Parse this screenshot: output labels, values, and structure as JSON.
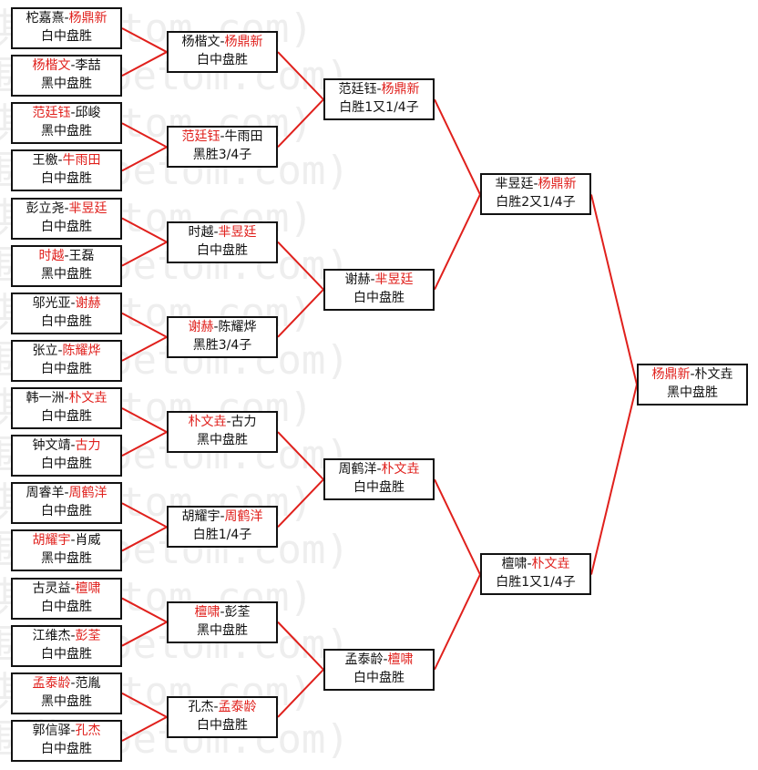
{
  "watermark": "弘通围棋(hoetom.com)",
  "colors": {
    "winner": "#e0201c",
    "line": "#e0201c",
    "border": "#111111"
  },
  "rounds": [
    [
      {
        "p1": "柁嘉熹",
        "p2": "杨鼎新",
        "result": "白中盘胜",
        "winner": 2
      },
      {
        "p1": "杨楷文",
        "p2": "李喆",
        "result": "黑中盘胜",
        "winner": 1
      },
      {
        "p1": "范廷钰",
        "p2": "邱峻",
        "result": "黑中盘胜",
        "winner": 1
      },
      {
        "p1": "王檄",
        "p2": "牛雨田",
        "result": "白中盘胜",
        "winner": 2
      },
      {
        "p1": "彭立尧",
        "p2": "芈昱廷",
        "result": "白中盘胜",
        "winner": 2
      },
      {
        "p1": "时越",
        "p2": "王磊",
        "result": "黑中盘胜",
        "winner": 1
      },
      {
        "p1": "邬光亚",
        "p2": "谢赫",
        "result": "白中盘胜",
        "winner": 2
      },
      {
        "p1": "张立",
        "p2": "陈耀烨",
        "result": "白中盘胜",
        "winner": 2
      },
      {
        "p1": "韩一洲",
        "p2": "朴文垚",
        "result": "白中盘胜",
        "winner": 2
      },
      {
        "p1": "钟文靖",
        "p2": "古力",
        "result": "白中盘胜",
        "winner": 2
      },
      {
        "p1": "周睿羊",
        "p2": "周鹤洋",
        "result": "白中盘胜",
        "winner": 2
      },
      {
        "p1": "胡耀宇",
        "p2": "肖威",
        "result": "黑中盘胜",
        "winner": 1
      },
      {
        "p1": "古灵益",
        "p2": "檀啸",
        "result": "白中盘胜",
        "winner": 2
      },
      {
        "p1": "江维杰",
        "p2": "彭荃",
        "result": "白中盘胜",
        "winner": 2
      },
      {
        "p1": "孟泰龄",
        "p2": "范胤",
        "result": "黑中盘胜",
        "winner": 1
      },
      {
        "p1": "郭信驿",
        "p2": "孔杰",
        "result": "白中盘胜",
        "winner": 2
      }
    ],
    [
      {
        "p1": "杨楷文",
        "p2": "杨鼎新",
        "result": "白中盘胜",
        "winner": 2
      },
      {
        "p1": "范廷钰",
        "p2": "牛雨田",
        "result": "黑胜3/4子",
        "winner": 1
      },
      {
        "p1": "时越",
        "p2": "芈昱廷",
        "result": "白中盘胜",
        "winner": 2
      },
      {
        "p1": "谢赫",
        "p2": "陈耀烨",
        "result": "黑胜3/4子",
        "winner": 1
      },
      {
        "p1": "朴文垚",
        "p2": "古力",
        "result": "黑中盘胜",
        "winner": 1
      },
      {
        "p1": "胡耀宇",
        "p2": "周鹤洋",
        "result": "白胜1/4子",
        "winner": 2
      },
      {
        "p1": "檀啸",
        "p2": "彭荃",
        "result": "黑中盘胜",
        "winner": 1
      },
      {
        "p1": "孔杰",
        "p2": "孟泰龄",
        "result": "白中盘胜",
        "winner": 2
      }
    ],
    [
      {
        "p1": "范廷钰",
        "p2": "杨鼎新",
        "result": "白胜1又1/4子",
        "winner": 2
      },
      {
        "p1": "谢赫",
        "p2": "芈昱廷",
        "result": "白中盘胜",
        "winner": 2
      },
      {
        "p1": "周鹤洋",
        "p2": "朴文垚",
        "result": "白中盘胜",
        "winner": 2
      },
      {
        "p1": "孟泰龄",
        "p2": "檀啸",
        "result": "白中盘胜",
        "winner": 2
      }
    ],
    [
      {
        "p1": "芈昱廷",
        "p2": "杨鼎新",
        "result": "白胜2又1/4子",
        "winner": 2
      },
      {
        "p1": "檀啸",
        "p2": "朴文垚",
        "result": "白胜1又1/4子",
        "winner": 2
      }
    ],
    [
      {
        "p1": "杨鼎新",
        "p2": "朴文垚",
        "result": "黑中盘胜",
        "winner": 1
      }
    ]
  ]
}
